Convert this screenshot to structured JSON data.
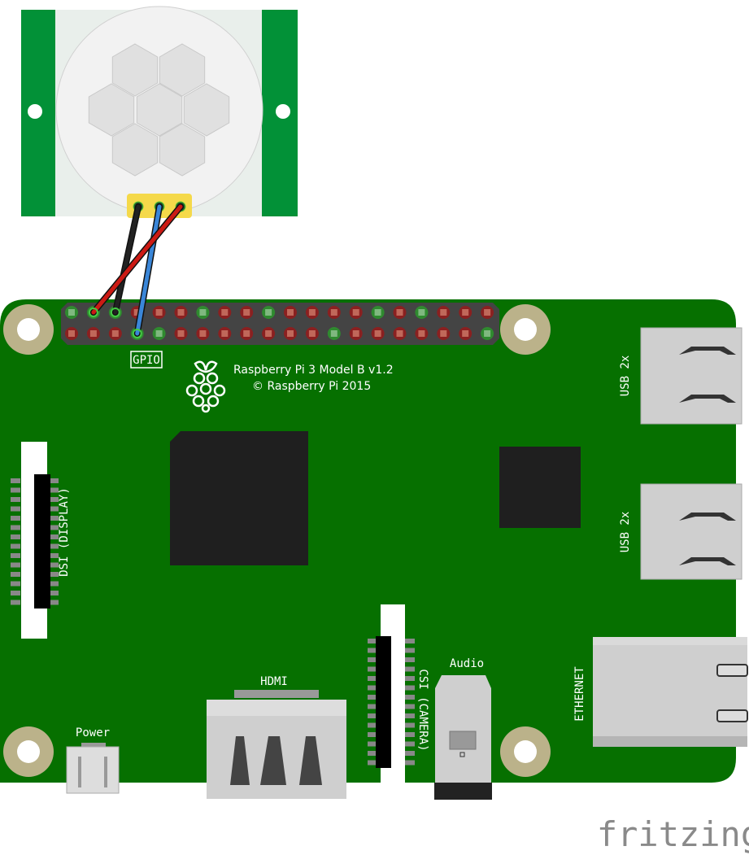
{
  "board": {
    "title": "Raspberry Pi 3 Model B v1.2",
    "copyright": "© Raspberry Pi 2015",
    "gpio_label": "GPIO",
    "usb_label_1": "USB 2x",
    "usb_label_2": "USB 2x",
    "ethernet_label": "ETHERNET",
    "audio_label": "Audio",
    "hdmi_label": "HDMI",
    "power_label": "Power",
    "dsi_label": "DSI (DISPLAY)",
    "csi_label": "CSI (CAMERA)"
  },
  "gpio": {
    "top_row": [
      "g",
      "g",
      "g",
      "r",
      "r",
      "r",
      "g",
      "r",
      "r",
      "g",
      "r",
      "r",
      "r",
      "r",
      "g",
      "r",
      "g",
      "r",
      "r",
      "r"
    ],
    "bottom_row": [
      "r",
      "r",
      "r",
      "g",
      "g",
      "r",
      "r",
      "r",
      "r",
      "r",
      "r",
      "r",
      "g",
      "r",
      "r",
      "r",
      "r",
      "r",
      "r",
      "g"
    ]
  },
  "wires": [
    {
      "name": "ground",
      "color": "#222222",
      "sensor_pin": 1,
      "header_row": "top",
      "header_col": 3
    },
    {
      "name": "signal",
      "color": "#3a86d8",
      "sensor_pin": 2,
      "header_row": "bottom",
      "header_col": 4
    },
    {
      "name": "power",
      "color": "#cc1a14",
      "sensor_pin": 3,
      "header_row": "top",
      "header_col": 2
    }
  ],
  "colors": {
    "board": "#067000",
    "sensor_board": "#029137",
    "mount": "#bbb28a"
  },
  "footer": {
    "logo": "fritzing"
  }
}
